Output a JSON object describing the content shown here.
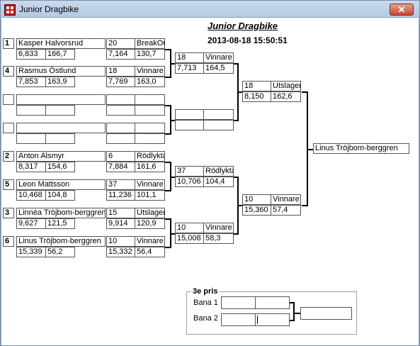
{
  "window": {
    "title": "Junior Dragbike",
    "close_glyph": "✕"
  },
  "header": {
    "title": "Junior Dragbike",
    "timestamp": "2013-08-18 15:50:51"
  },
  "round1": [
    {
      "seed": "1",
      "name": "Kasper Halvorsrud",
      "rt": "6,833",
      "speed": "166,7",
      "heat": "20",
      "result": "BreakOut",
      "et": "7,164",
      "final": "130,7"
    },
    {
      "seed": "4",
      "name": "Rasmus Östlund",
      "rt": "7,853",
      "speed": "163,9",
      "heat": "18",
      "result": "Vinnare",
      "et": "7,769",
      "final": "163,0"
    },
    {
      "seed": "",
      "name": "",
      "rt": "",
      "speed": "",
      "heat": "",
      "result": "",
      "et": "",
      "final": ""
    },
    {
      "seed": "",
      "name": "",
      "rt": "",
      "speed": "",
      "heat": "",
      "result": "",
      "et": "",
      "final": ""
    },
    {
      "seed": "2",
      "name": "Anton Alsmyr",
      "rt": "8,317",
      "speed": "154,6",
      "heat": "6",
      "result": "Rödlykta",
      "et": "7,884",
      "final": "161,6"
    },
    {
      "seed": "5",
      "name": "Leon Mattsson",
      "rt": "10,468",
      "speed": "104,8",
      "heat": "37",
      "result": "Vinnare",
      "et": "11,236",
      "final": "101,1"
    },
    {
      "seed": "3",
      "name": "Linnéa Tröjbom-berggren",
      "rt": "9,627",
      "speed": "121,5",
      "heat": "15",
      "result": "Utslagen",
      "et": "9,914",
      "final": "120,9"
    },
    {
      "seed": "6",
      "name": "Linus Tröjbom-berggren",
      "rt": "15,339",
      "speed": "56,2",
      "heat": "10",
      "result": "Vinnare",
      "et": "15,332",
      "final": "56,4"
    }
  ],
  "round2": [
    {
      "heat": "18",
      "result": "Vinnare",
      "et": "7,713",
      "final": "164,5"
    },
    {
      "heat": "",
      "result": "",
      "et": "",
      "final": ""
    },
    {
      "heat": "37",
      "result": "Rödlykta",
      "et": "10,706",
      "final": "104,4"
    },
    {
      "heat": "10",
      "result": "Vinnare",
      "et": "15,008",
      "final": "58,3"
    }
  ],
  "semis": [
    {
      "heat": "18",
      "result": "Utslagen",
      "et": "8,150",
      "final": "162,6"
    },
    {
      "heat": "10",
      "result": "Vinnare",
      "et": "15,360",
      "final": "57,4"
    }
  ],
  "winner": "Linus Tröjbom-berggren",
  "third_place": {
    "title": "3e pris",
    "lane1": "Bana 1",
    "lane2": "Bana 2"
  }
}
